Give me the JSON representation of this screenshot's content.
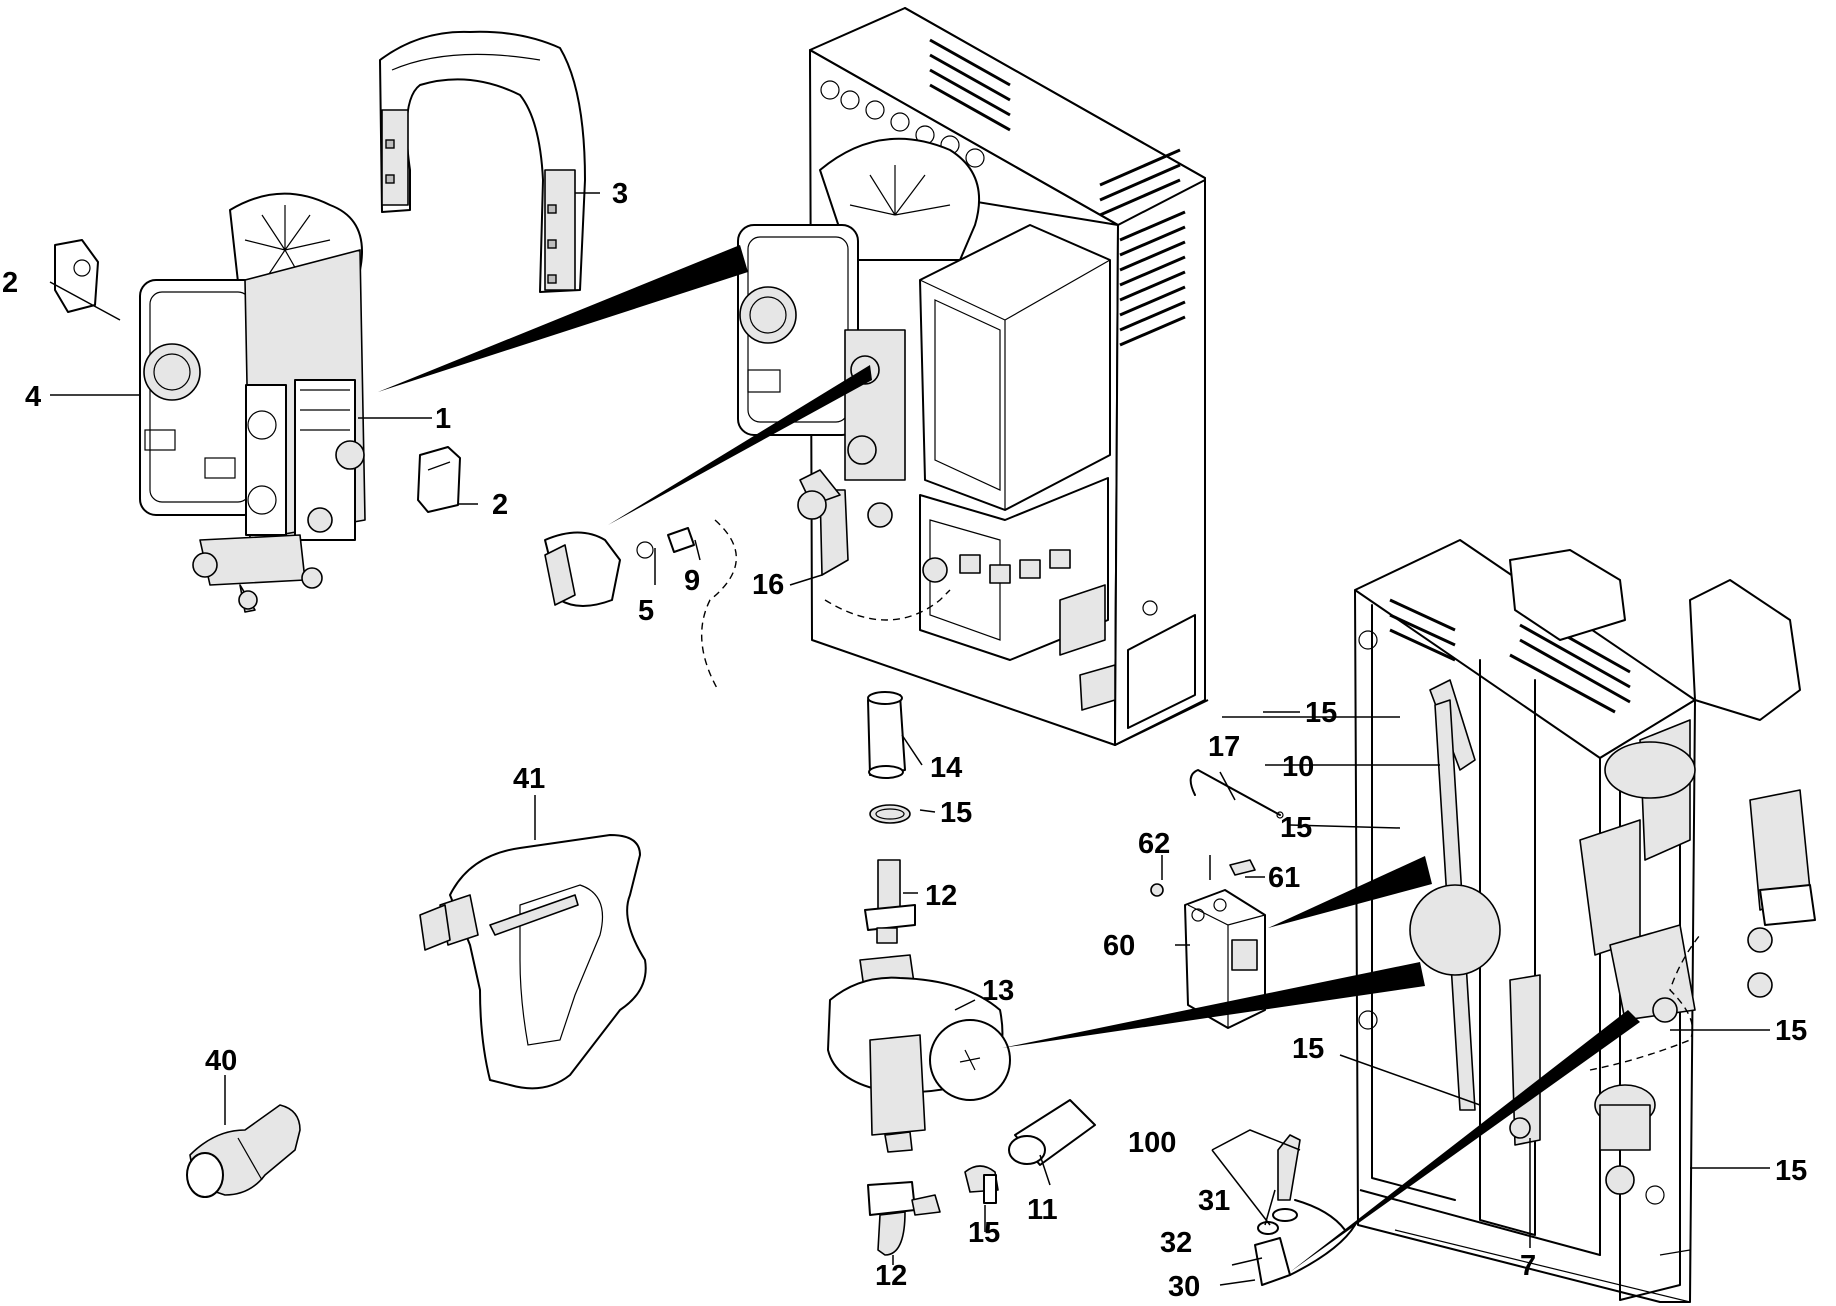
{
  "diagram": {
    "callouts": {
      "c1": "1",
      "c2a": "2",
      "c2b": "2",
      "c3": "3",
      "c4": "4",
      "c5": "5",
      "c9": "9",
      "c16": "16",
      "c14": "14",
      "c15a": "15",
      "c12a": "12",
      "c13": "13",
      "c11": "11",
      "c15b": "15",
      "c12b": "12",
      "c41": "41",
      "c40": "40",
      "c17": "17",
      "c15c": "15",
      "c10": "10",
      "c15d": "15",
      "c62": "62",
      "c61": "61",
      "c60": "60",
      "c15e": "15",
      "c15f": "15",
      "c15g": "15",
      "c100": "100",
      "c31": "31",
      "c32": "32",
      "c30": "30",
      "c7": "7"
    }
  }
}
